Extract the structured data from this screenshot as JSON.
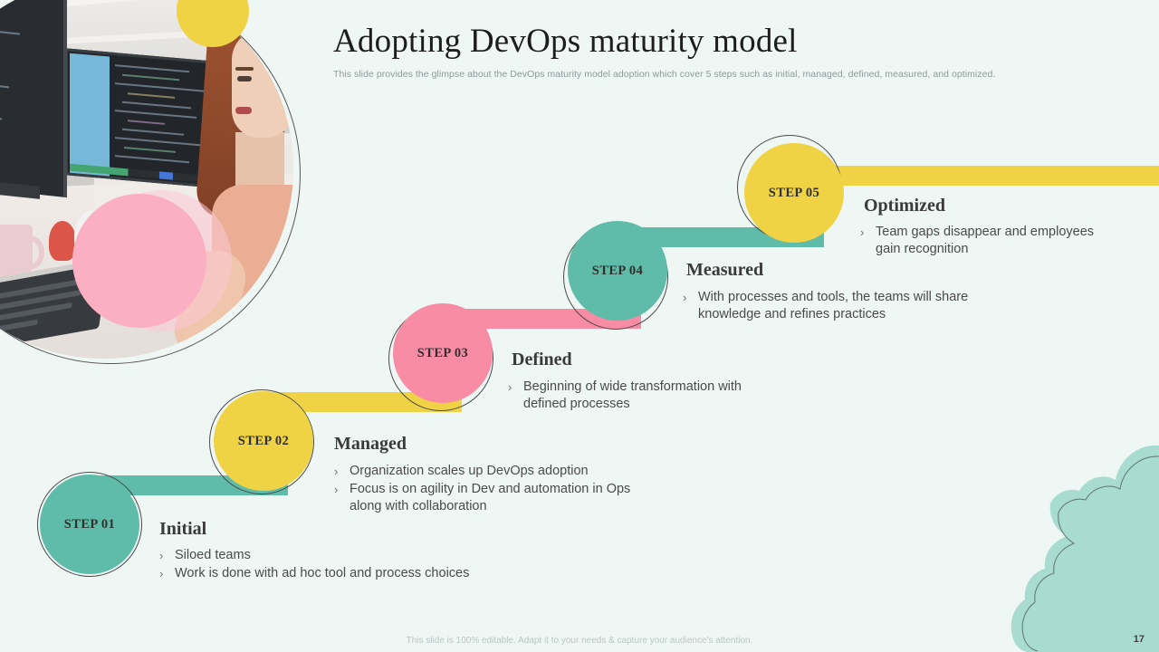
{
  "slide": {
    "title": "Adopting DevOps maturity model",
    "subtitle": "This slide provides the glimpse about the DevOps maturity model adoption  which cover 5 steps such as initial, managed, defined, measured, and optimized.",
    "footer_note": "This slide is 100% editable. Adapt it to your needs & capture your audience's attention.",
    "page_number": "17"
  },
  "colors": {
    "background": "#EFF7F5",
    "teal": "#5EBCA8",
    "yellow": "#EFD344",
    "pink": "#F98CA5",
    "cloud": "#A8DCD0",
    "heading": "#3A3A3A",
    "body_text": "#4A4A4A"
  },
  "steps": [
    {
      "badge": "STEP 01",
      "heading": "Initial",
      "color": "#5EBCA8",
      "bullets": [
        "Siloed teams",
        "Work is done with ad hoc tool and process choices"
      ]
    },
    {
      "badge": "STEP 02",
      "heading": "Managed",
      "color": "#EFD344",
      "bullets": [
        "Organization scales up DevOps adoption",
        "Focus is on agility in Dev and automation in Ops\nalong with collaboration"
      ]
    },
    {
      "badge": "STEP 03",
      "heading": "Defined",
      "color": "#F98CA5",
      "bullets": [
        "Beginning of wide transformation with\ndefined processes"
      ]
    },
    {
      "badge": "STEP 04",
      "heading": "Measured",
      "color": "#5EBCA8",
      "bullets": [
        "With processes and tools, the teams will share\nknowledge and refines practices"
      ]
    },
    {
      "badge": "STEP 05",
      "heading": "Optimized",
      "color": "#EFD344",
      "bullets": [
        "Team gaps disappear and employees\ngain recognition"
      ]
    }
  ],
  "bullet_marker": "›",
  "photo": {
    "alt": "developer-workspace-photo"
  }
}
